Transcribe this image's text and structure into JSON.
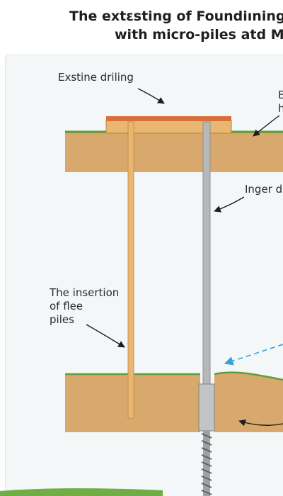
{
  "title": {
    "line1": "The extɛsting of Foundiıning a",
    "line2": "with micro-piles atd Mic"
  },
  "labels": {
    "existing_drilling": "Exstine driling",
    "top_right_line1": "E",
    "top_right_line2": "h",
    "inger": "Inger d",
    "insertion_line1": "The insertion",
    "insertion_line2": "of flee",
    "insertion_line3": "piles"
  },
  "colors": {
    "soil": "#d9a86c",
    "grass": "#5e9e3c",
    "cap": "#d9703a",
    "pile": "#e9b76f",
    "steel": "#b6b8ba",
    "arrow": "#1e1e1e",
    "dashed_arrow": "#3aa0d8"
  }
}
